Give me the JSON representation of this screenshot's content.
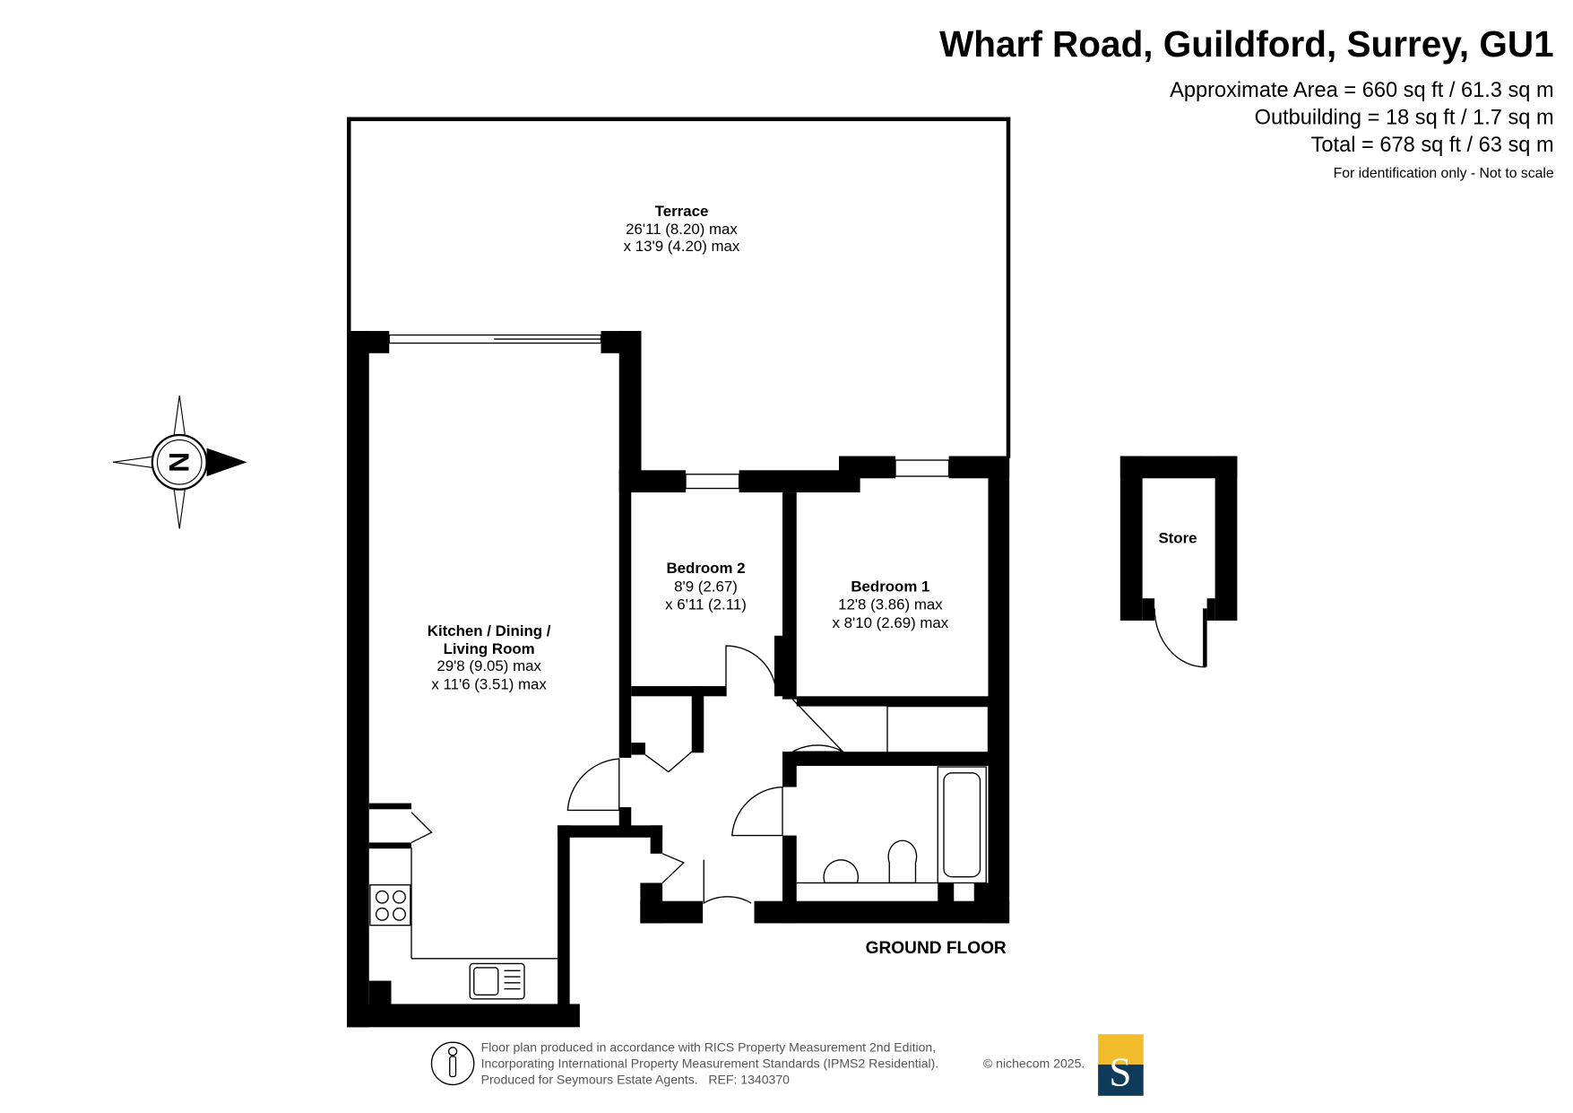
{
  "header": {
    "title": "Wharf Road, Guildford, Surrey, GU1",
    "area": "Approximate Area = 660 sq ft / 61.3 sq m",
    "outbuilding": "Outbuilding = 18 sq ft / 1.7 sq m",
    "total": "Total = 678 sq ft / 63 sq m",
    "disclaimer": "For identification only - Not to scale"
  },
  "rooms": {
    "terrace": {
      "name": "Terrace",
      "dim1": "26'11 (8.20) max",
      "dim2": "x 13'9 (4.20) max"
    },
    "living": {
      "name1": "Kitchen / Dining /",
      "name2": "Living Room",
      "dim1": "29'8 (9.05) max",
      "dim2": "x 11'6 (3.51) max"
    },
    "bedroom2": {
      "name": "Bedroom 2",
      "dim1": "8'9 (2.67)",
      "dim2": "x 6'11 (2.11)"
    },
    "bedroom1": {
      "name": "Bedroom 1",
      "dim1": "12'8 (3.86) max",
      "dim2": "x 8'10 (2.69) max"
    },
    "store": {
      "name": "Store"
    }
  },
  "floor_label": "GROUND FLOOR",
  "compass": {
    "letter": "N"
  },
  "footer": {
    "line1": "Floor plan produced in accordance with RICS Property Measurement 2nd Edition,",
    "line2": "Incorporating International Property Measurement Standards (IPMS2 Residential).",
    "copyright": "© nichecom 2025.",
    "line3": "Produced for Seymours Estate Agents.   REF: 1340370",
    "logo_letter": "S",
    "logo_colors": {
      "top": "#f2bd2c",
      "bottom": "#0d3b59"
    }
  }
}
